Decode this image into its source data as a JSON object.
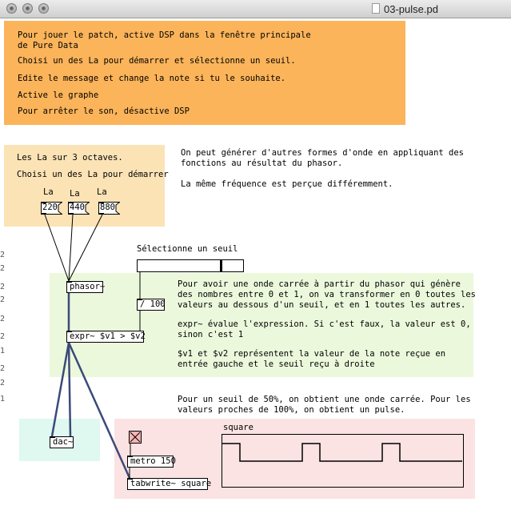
{
  "window": {
    "title": "03-pulse.pd"
  },
  "colors": {
    "orange": "#fbb45a",
    "peach": "#fbe3b6",
    "green": "#ecf8dc",
    "cyan": "#dff8f0",
    "pink": "#fbe3e3",
    "bang": "#f7b4b4"
  },
  "instructions": {
    "line1": "Pour jouer le patch, active DSP dans la fenêtre principale",
    "line2": "de Pure Data",
    "line3": "Choisi un des La pour démarrer et sélectionne un seuil.",
    "line4": "Edite le message et change la note si tu le souhaite.",
    "line5": "Active le graphe",
    "line6": "Pour arrêter le son, désactive DSP"
  },
  "notes": {
    "intro1": "Les La sur 3 octaves.",
    "intro2": "Choisi un des La pour démarrer",
    "la_labels": [
      "La",
      "La",
      "La"
    ],
    "messages": [
      "220",
      "440",
      "880"
    ]
  },
  "waveforms": {
    "line1": "On peut générer d'autres formes d'onde en appliquant des",
    "line2": "fonctions au résultat du phasor.",
    "line3": "La même fréquence est perçue différemment."
  },
  "threshold": {
    "label": "Sélectionne un seuil",
    "value_fraction": 0.79
  },
  "objects": {
    "phasor": "phasor~",
    "div": "/ 100",
    "expr": "expr~ $v1 > $v2",
    "dac": "dac~",
    "metro": "metro 150",
    "tabwrite": "tabwrite~ square"
  },
  "square_explain": {
    "p1_l1": "Pour avoir une onde carrée à partir du phasor qui génère",
    "p1_l2": "des nombres entre 0 et 1, on va transformer en 0 toutes les",
    "p1_l3": "valeurs au dessous d'un seuil, et en 1 toutes les autres.",
    "p2_l1": "expr~ évalue l'expression. Si c'est faux, la valeur est 0,",
    "p2_l2": "sinon c'est 1",
    "p3_l1": "$v1 et $v2 représentent la valeur de la note reçue en",
    "p3_l2": "entrée gauche et le seuil reçu à droite"
  },
  "pulse_note": {
    "line1": "Pour un seuil de 50%, on obtient une onde carrée. Pour les",
    "line2": "valeurs proches de 100%, on obtient un pulse."
  },
  "graph": {
    "name": "square"
  }
}
